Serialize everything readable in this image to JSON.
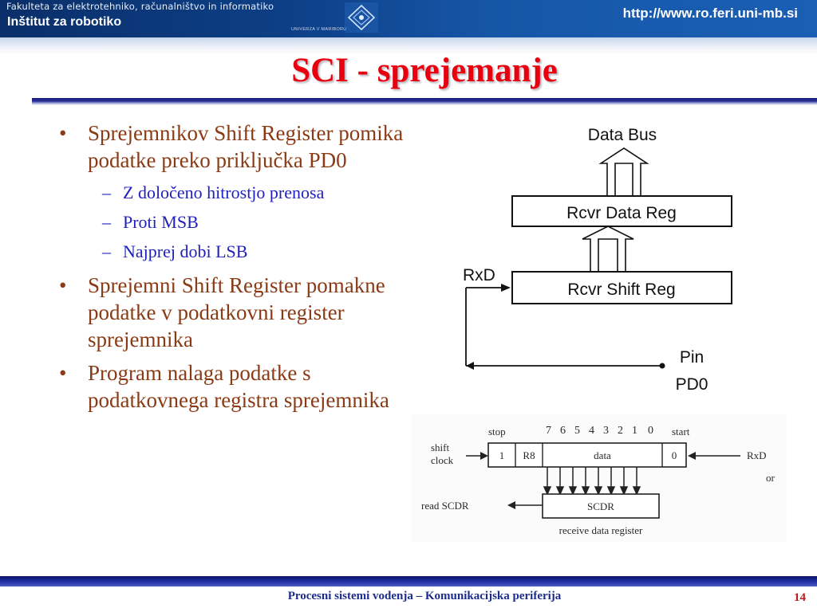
{
  "header": {
    "faculty": "Fakulteta za elektrotehniko, računalništvo in informatiko",
    "institute": "Inštitut za robotiko",
    "university": "UNIVERZA V MARIBORU",
    "url": "http://www.ro.feri.uni-mb.si",
    "logo_icon": "university-logo-icon"
  },
  "title": {
    "main": "SCI - sprejemanje"
  },
  "bullets": [
    {
      "text": "Sprejemnikov Shift Register pomika podatke preko priključka PD0",
      "sub": [
        "Z določeno hitrostjo prenosa",
        "Proti MSB",
        "Najprej dobi LSB"
      ]
    },
    {
      "text": "Sprejemni Shift Register pomakne podatke v podatkovni register sprejemnika"
    },
    {
      "text": "Program nalaga podatke s podatkovnega registra sprejemnika"
    }
  ],
  "bullet_marker": "•",
  "sub_marker": "–",
  "diagram1": {
    "data_bus": "Data Bus",
    "data_reg": "Rcvr Data Reg",
    "shift_reg": "Rcvr Shift Reg",
    "rxd": "RxD",
    "pin": "Pin",
    "pd0": "PD0"
  },
  "diagram2": {
    "stop": "stop",
    "bit_numbers": [
      "7",
      "6",
      "5",
      "4",
      "3",
      "2",
      "1",
      "0"
    ],
    "start": "start",
    "shift": "shift",
    "clock": "clock",
    "cell_1": "1",
    "cell_r8": "R8",
    "cell_data": "data",
    "cell_0": "0",
    "rxd": "RxD",
    "or": "or",
    "read_scdr": "read SCDR",
    "scdr": "SCDR",
    "receive_label": "receive data register"
  },
  "footer": {
    "text": "Procesni sistemi vodenja – Komunikacijska periferija",
    "page": "14"
  },
  "colors": {
    "title": "#e8000f",
    "bullet": "#8a3a14",
    "sub_bullet": "#1f1fc0",
    "footer_text": "#1c2c8c",
    "page_number": "#c21818"
  }
}
